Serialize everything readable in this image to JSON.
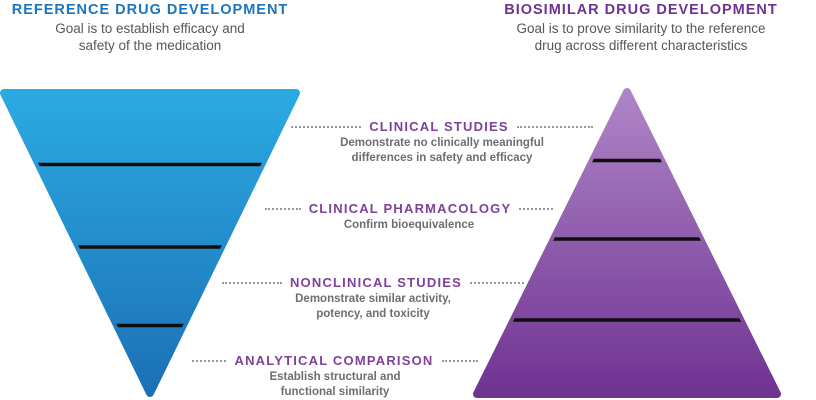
{
  "left_header": {
    "title": "REFERENCE DRUG DEVELOPMENT",
    "subtitle_lines": [
      "Goal is to establish efficacy and",
      "safety of the medication"
    ]
  },
  "right_header": {
    "title": "BIOSIMILAR DRUG DEVELOPMENT",
    "subtitle_lines": [
      "Goal is to prove similarity to the reference",
      "drug across different characteristics"
    ]
  },
  "tiers": [
    {
      "title": "CLINICAL STUDIES",
      "description_lines": [
        "Demonstrate no clinically meaningful",
        "differences in safety and efficacy"
      ]
    },
    {
      "title": "CLINICAL PHARMACOLOGY",
      "description_lines": [
        "Confirm bioequivalence",
        ""
      ]
    },
    {
      "title": "NONCLINICAL STUDIES",
      "description_lines": [
        "Demonstrate similar activity,",
        "potency, and toxicity"
      ]
    },
    {
      "title": "ANALYTICAL COMPARISON",
      "description_lines": [
        "Establish structural and",
        "functional similarity"
      ]
    }
  ],
  "colors": {
    "reference_title": "#1b75bc",
    "biosimilar_title": "#6e3392",
    "tier_title": "#7e4299",
    "subtitle_gray": "#565759",
    "tier_desc_gray": "#6d6e71",
    "funnel_gradient_top": "#2baae2",
    "funnel_gradient_bottom": "#1c70b6",
    "pyramid_gradient_top": "#ae85c6",
    "pyramid_gradient_bottom": "#6f3392",
    "divider_line": "#0e0e0e",
    "dotted_leader": "#96989b"
  }
}
